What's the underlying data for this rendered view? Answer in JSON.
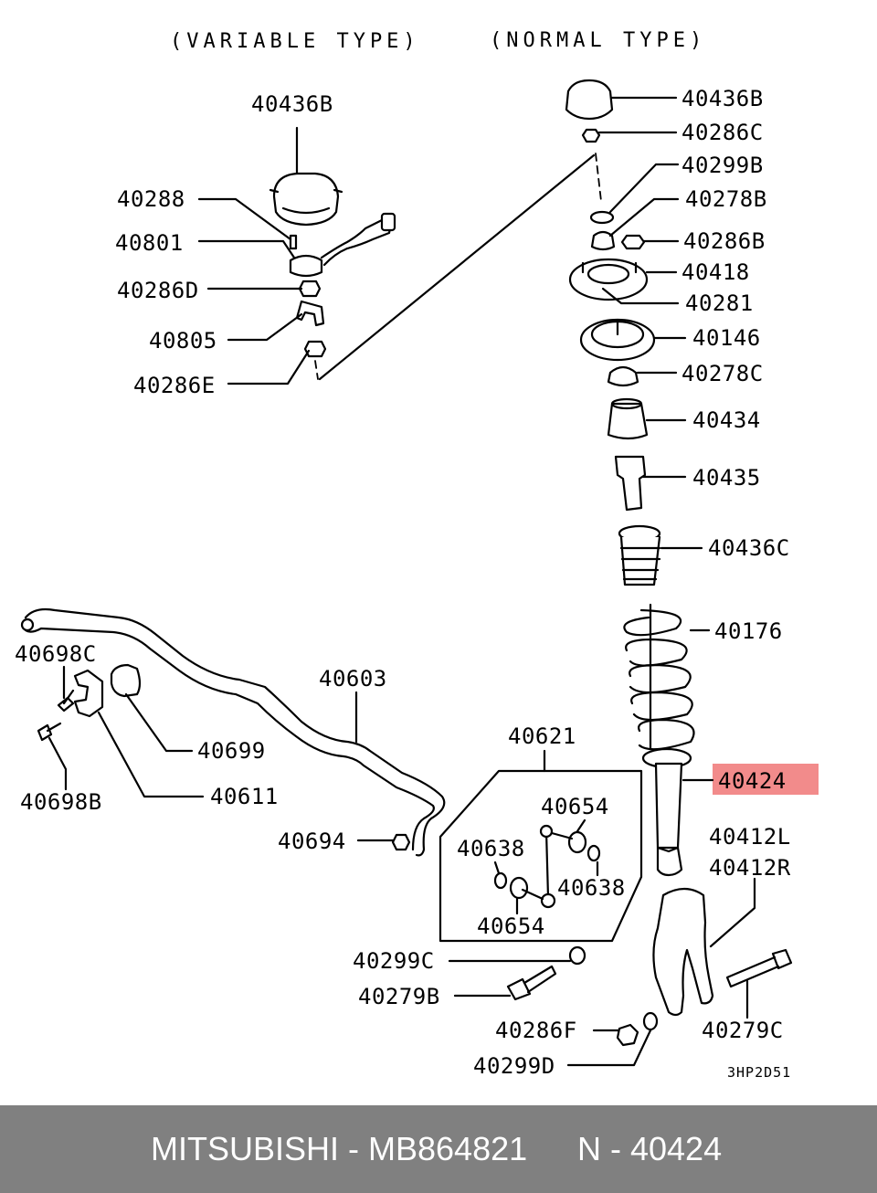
{
  "headers": {
    "variable": "(VARIABLE TYPE)",
    "normal": "(NORMAL TYPE)"
  },
  "variable_type_parts": {
    "p40436B": "40436B",
    "p40288": "40288",
    "p40801": "40801",
    "p40286D": "40286D",
    "p40805": "40805",
    "p40286E": "40286E"
  },
  "normal_type_parts": {
    "p40436B": "40436B",
    "p40286C": "40286C",
    "p40299B": "40299B",
    "p40278B": "40278B",
    "p40286B": "40286B",
    "p40418": "40418",
    "p40281": "40281",
    "p40146": "40146",
    "p40278C": "40278C",
    "p40434": "40434",
    "p40435": "40435",
    "p40436C": "40436C",
    "p40176": "40176",
    "p40424": "40424",
    "p40412L": "40412L",
    "p40412R": "40412R"
  },
  "stabilizer_parts": {
    "p40698C": "40698C",
    "p40699": "40699",
    "p40603": "40603",
    "p40698B": "40698B",
    "p40611": "40611",
    "p40694": "40694",
    "p40621": "40621",
    "p40654a": "40654",
    "p40638a": "40638",
    "p40638b": "40638",
    "p40654b": "40654"
  },
  "bottom_parts": {
    "p40299C": "40299C",
    "p40279B": "40279B",
    "p40286F": "40286F",
    "p40299D": "40299D",
    "p40279C": "40279C"
  },
  "diagram_code": "3HP2D51",
  "highlight_color": "#f28b8b",
  "footer": {
    "brand_part": "MITSUBISHI - MB864821",
    "ref": "N - 40424"
  }
}
